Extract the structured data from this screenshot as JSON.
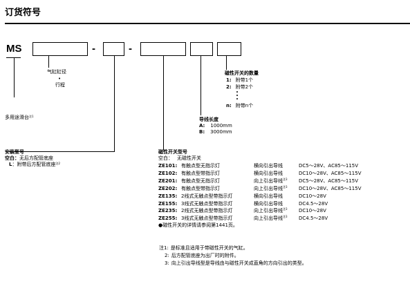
{
  "title": "订货符号",
  "code_prefix": "MS",
  "dash": "-",
  "bore": {
    "label": "气缸缸径",
    "dot": "•",
    "stroke": "行程"
  },
  "multi_use": {
    "label": "多用途滑台",
    "note": "注1"
  },
  "mounting": {
    "title": "安装型号",
    "rows": [
      {
        "key": "空白：",
        "desc": "无后方配管底座",
        "note": ""
      },
      {
        "key": "L",
        "desc": "：附带后方配管底座",
        "note": "注2"
      }
    ]
  },
  "switch_model": {
    "title": "磁性开关型号",
    "blank_key": "空白：",
    "blank_desc": "无磁性开关",
    "rows": [
      {
        "code": "ZE101:",
        "type": "有触点型无指示灯",
        "lead": "横向引出导线",
        "note": "",
        "voltage": "DC5～28V、AC85～115V"
      },
      {
        "code": "ZE102:",
        "type": "有触点型带指示灯",
        "lead": "横向引出导线",
        "note": "",
        "voltage": "DC10～28V、AC85～115V"
      },
      {
        "code": "ZE201:",
        "type": "有触点型无指示灯",
        "lead": "向上引出导线",
        "note": "注3",
        "voltage": "DC5～28V、AC85～115V"
      },
      {
        "code": "ZE202:",
        "type": "有触点型带指示灯",
        "lead": "向上引出导线",
        "note": "注3",
        "voltage": "DC10～28V、AC85～115V"
      },
      {
        "code": "ZE135:",
        "type": "2线式无触点型带指示灯",
        "lead": "横向引出导线",
        "note": "",
        "voltage": "DC10～28V"
      },
      {
        "code": "ZE155:",
        "type": "3线式无触点型带指示灯",
        "lead": "横向引出导线",
        "note": "",
        "voltage": "DC4.5～28V"
      },
      {
        "code": "ZE235:",
        "type": "2线式无触点型带指示灯",
        "lead": "向上引出导线",
        "note": "注3",
        "voltage": "DC10～28V"
      },
      {
        "code": "ZE255:",
        "type": "3线式无触点型带指示灯",
        "lead": "向上引出导线",
        "note": "注3",
        "voltage": "DC4.5～28V"
      }
    ],
    "ref": "●磁性开关的详情请参阅第1441页。"
  },
  "lead_length": {
    "title": "导线长度",
    "rows": [
      {
        "key": "A:",
        "value": "1000mm"
      },
      {
        "key": "B:",
        "value": "3000mm"
      }
    ]
  },
  "switch_qty": {
    "title": "磁性开关的数量",
    "rows": [
      {
        "key": "1:",
        "value": "附带1个"
      },
      {
        "key": "2:",
        "value": "附带2个"
      },
      {
        "key": "n:",
        "value": "附带n个"
      }
    ]
  },
  "notes": [
    {
      "key": "注1:",
      "text": "是标准且适用于带磁性开关的气缸。"
    },
    {
      "key": "2:",
      "text": "后方配管底座为出厂时的附件。"
    },
    {
      "key": "3:",
      "text": "向上引出导线型是导线由与磁性开关成直角的方向引出的类型。"
    }
  ]
}
